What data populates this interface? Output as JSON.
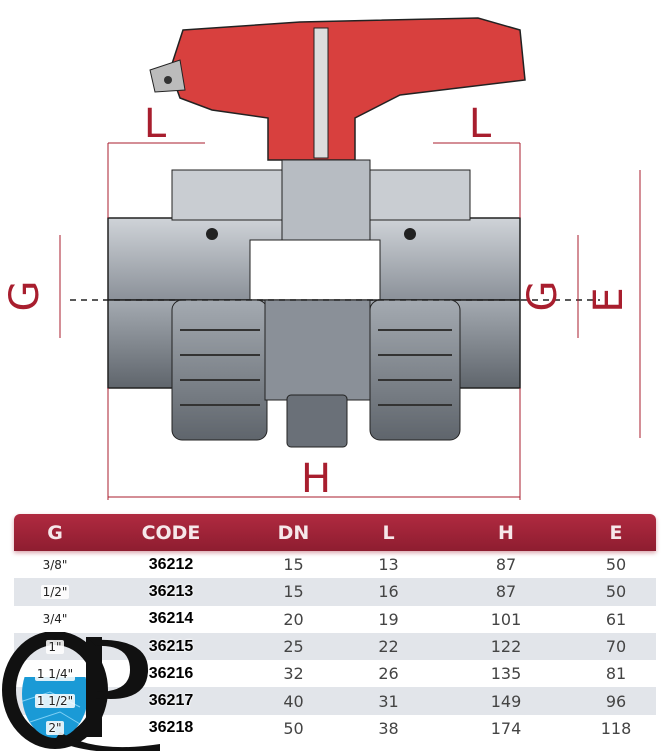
{
  "dimensions": {
    "L_left": "L",
    "L_right": "L",
    "G_left": "G",
    "G_right": "G",
    "E": "E",
    "H": "H"
  },
  "table": {
    "headers": [
      "G",
      "CODE",
      "DN",
      "L",
      "H",
      "E"
    ],
    "rows": [
      [
        "3/8\"",
        "36212",
        "15",
        "13",
        "87",
        "50"
      ],
      [
        "1/2\"",
        "36213",
        "15",
        "16",
        "87",
        "50"
      ],
      [
        "3/4\"",
        "36214",
        "20",
        "19",
        "101",
        "61"
      ],
      [
        "1\"",
        "36215",
        "25",
        "22",
        "122",
        "70"
      ],
      [
        "1 1/4\"",
        "36216",
        "32",
        "26",
        "135",
        "81"
      ],
      [
        "1 1/2\"",
        "36217",
        "40",
        "31",
        "149",
        "96"
      ],
      [
        "2\"",
        "36218",
        "50",
        "38",
        "174",
        "118"
      ]
    ]
  },
  "logo": {
    "text": "QP"
  },
  "colors": {
    "header": "#a3243b",
    "handle": "#d23c3c",
    "body": "#9aa0a8",
    "dimension": "#a81e2e"
  }
}
